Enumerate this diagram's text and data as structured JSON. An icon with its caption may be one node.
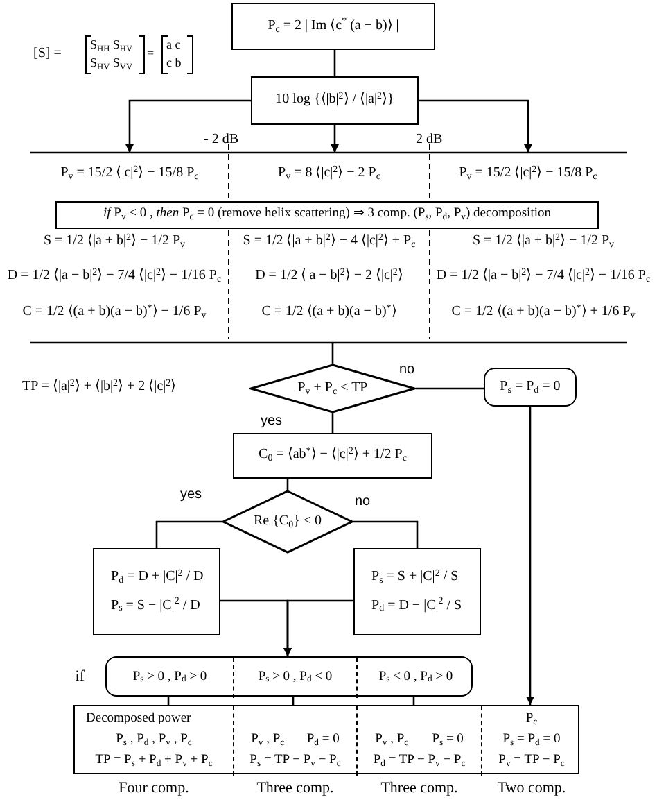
{
  "diagram": {
    "nodes": [
      {
        "text": [
          "P$_{c}$ = 2 | Im ⟨c$^{*}$ (a − b)⟩ |"
        ]
      },
      {
        "text": [
          "10 log {⟨|b|$^{2}$⟩ / ⟨|a|$^{2}$⟩}"
        ]
      },
      {
        "text": [
          "P$_{v}$ = 15/2 ⟨|c|$^{2}$⟩ − 15/8 P$_{c}$"
        ]
      },
      {
        "text": [
          "P$_{v}$ = 8 ⟨|c|$^{2}$⟩ − 2 P$_{c}$"
        ]
      },
      {
        "text": [
          "P$_{v}$ = 15/2 ⟨|c|$^{2}$⟩ − 15/8 P$_{c}$"
        ]
      },
      {
        "text": [
          "*if* P$_{v}$ < 0 , *then* P$_{c}$ = 0 (remove helix scattering) ⇒ 3 comp. (P$_{s}$, P$_{d}$, P$_{v}$) decomposition"
        ]
      },
      {
        "text": [
          "P$_{v}$ + P$_{c}$ < TP"
        ]
      },
      {
        "text": [
          "P$_{s}$ = P$_{d}$ = 0"
        ]
      },
      {
        "text": [
          "C$_{0}$ = ⟨ab$^{*}$⟩ − ⟨|c|$^{2}$⟩ + 1/2 P$_{c}$"
        ]
      },
      {
        "text": [
          "Re {C$_{0}$} < 0"
        ]
      },
      {
        "text": [
          "P$_{d}$ = D + |C|$^{2}$ / D",
          "P$_{s}$ = S − |C|$^{2}$ / D"
        ]
      },
      {
        "text": [
          "P$_{s}$ = S + |C|$^{2}$ / S",
          "P$_{d}$ = D − |C|$^{2}$ / S"
        ]
      },
      {
        "text": [],
        "shape": "box",
        "beside": [
          "if"
        ]
      },
      {
        "text": [
          "P$_{s}$ > 0 , P$_{d}$ > 0"
        ],
        "in": 12
      },
      {
        "text": [
          "P$_{s}$ > 0 , P$_{d}$ < 0"
        ],
        "in": 12
      },
      {
        "text": [
          "P$_{s}$ < 0 , P$_{d}$ > 0"
        ],
        "in": 12
      },
      {
        "text": [],
        "shape": "box"
      },
      {
        "text": [
          "Decomposed power",
          "P$_{s}$ , P$_{d}$ , P$_{v}$ , P$_{c}$",
          "TP = P$_{s}$ + P$_{d}$ + P$_{v}$ + P$_{c}$"
        ],
        "in": 16,
        "beside": [
          "Four comp."
        ]
      },
      {
        "text": [
          "P$_{v}$ , P$_{c}$",
          "P$_{d}$ = 0",
          "P$_{s}$ = TP − P$_{v}$ − P$_{c}$"
        ],
        "in": 16,
        "beside": [
          "Three comp."
        ]
      },
      {
        "text": [
          "P$_{v}$ , P$_{c}$",
          "P$_{s}$ = 0",
          "P$_{d}$ = TP − P$_{v}$ − P$_{c}$"
        ],
        "in": 16,
        "beside": [
          "Three comp."
        ]
      },
      {
        "text": [
          "P$_{c}$",
          "P$_{s}$ = P$_{d}$ = 0",
          "P$_{v}$ = TP − P$_{c}$"
        ],
        "in": 16,
        "beside": [
          "Two comp."
        ]
      }
    ],
    "edges": [
      {
        "from": 0,
        "to": 1,
        "arrow": "none"
      },
      {
        "from": 1,
        "to": 2,
        "arrow": "to"
      },
      {
        "from": 1,
        "to": 3,
        "arrow": "to"
      },
      {
        "from": 1,
        "to": 4,
        "arrow": "to"
      },
      {
        "from": null,
        "to": 6,
        "arrow": "none"
      },
      {
        "from": 6,
        "to": 7,
        "arrow": "none",
        "label": "no"
      },
      {
        "from": 6,
        "to": 8,
        "arrow": "none",
        "label": "yes"
      },
      {
        "from": 8,
        "to": 9,
        "arrow": "none"
      },
      {
        "from": 9,
        "to": 10,
        "arrow": "none",
        "label": "yes"
      },
      {
        "from": 9,
        "to": 11,
        "arrow": "none",
        "label": "no"
      },
      {
        "from": 10,
        "to": 12,
        "arrow": "to"
      },
      {
        "from": 11,
        "to": 12,
        "arrow": "to"
      },
      {
        "from": 7,
        "to": 20,
        "arrow": "to"
      },
      {
        "from": 13,
        "to": 17,
        "arrow": "none"
      },
      {
        "from": 14,
        "to": 18,
        "arrow": "none"
      },
      {
        "from": 15,
        "to": 19,
        "arrow": "none"
      }
    ],
    "labels": [
      "[S] =",
      "S$_{HH}$ S$_{HV}$",
      "S$_{HV}$ S$_{VV}$",
      "=",
      "a c",
      "c b",
      "- 2 dB",
      "2 dB",
      "S = 1/2 ⟨|a + b|$^{2}$⟩ − 1/2 P$_{v}$",
      "S = 1/2 ⟨|a + b|$^{2}$⟩ − 4 ⟨|c|$^{2}$⟩ + P$_{c}$",
      "S = 1/2 ⟨|a + b|$^{2}$⟩ − 1/2 P$_{v}$",
      "D = 1/2 ⟨|a − b|$^{2}$⟩ − 7/4 ⟨|c|$^{2}$⟩ − 1/16 P$_{c}$",
      "D = 1/2 ⟨|a − b|$^{2}$⟩ − 2 ⟨|c|$^{2}$⟩",
      "D = 1/2 ⟨|a − b|$^{2}$⟩ − 7/4 ⟨|c|$^{2}$⟩ − 1/16 P$_{c}$",
      "C = 1/2 ⟨(a + b)(a − b)$^{*}$⟩ − 1/6 P$_{v}$",
      "C = 1/2 ⟨(a + b)(a − b)$^{*}$⟩",
      "C = 1/2 ⟨(a + b)(a − b)$^{*}$⟩ + 1/6 P$_{v}$",
      "TP = ⟨|a|$^{2}$⟩ + ⟨|b|$^{2}$⟩ + 2 ⟨|c|$^{2}$⟩"
    ]
  }
}
